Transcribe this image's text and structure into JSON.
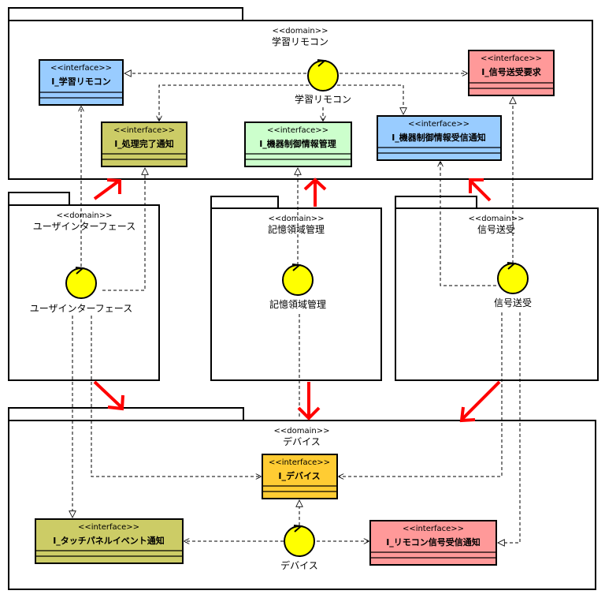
{
  "diagram": {
    "packages": [
      {
        "id": "learning",
        "stereotype": "<<domain>>",
        "name": "学習リモコン"
      },
      {
        "id": "ui",
        "stereotype": "<<domain>>",
        "name": "ユーザインターフェース"
      },
      {
        "id": "storage",
        "stereotype": "<<domain>>",
        "name": "記憶領域管理"
      },
      {
        "id": "signal",
        "stereotype": "<<domain>>",
        "name": "信号送受"
      },
      {
        "id": "device",
        "stereotype": "<<domain>>",
        "name": "デバイス"
      }
    ],
    "interfaces": [
      {
        "id": "i_learning",
        "stereotype": "<<interface>>",
        "name": "I_学習リモコン",
        "color": "#99ccff"
      },
      {
        "id": "i_process",
        "stereotype": "<<interface>>",
        "name": "I_処理完了通知",
        "color": "#cccc66"
      },
      {
        "id": "i_devctrl",
        "stereotype": "<<interface>>",
        "name": "I_機器制御情報管理",
        "color": "#ccffcc"
      },
      {
        "id": "i_devrecv",
        "stereotype": "<<interface>>",
        "name": "I_機器制御情報受信通知",
        "color": "#99ccff"
      },
      {
        "id": "i_sendreq",
        "stereotype": "<<interface>>",
        "name": "I_信号送受要求",
        "color": "#ff9999"
      },
      {
        "id": "i_device",
        "stereotype": "<<interface>>",
        "name": "I_デバイス",
        "color": "#ffcc33"
      },
      {
        "id": "i_touch",
        "stereotype": "<<interface>>",
        "name": "I_タッチパネルイベント通知",
        "color": "#cccc66"
      },
      {
        "id": "i_remote",
        "stereotype": "<<interface>>",
        "name": "I_リモコン信号受信通知",
        "color": "#ff9999"
      }
    ],
    "controls": [
      {
        "id": "c_learning",
        "name": "学習リモコン"
      },
      {
        "id": "c_ui",
        "name": "ユーザインターフェース"
      },
      {
        "id": "c_storage",
        "name": "記憶領域管理"
      },
      {
        "id": "c_signal",
        "name": "信号送受"
      },
      {
        "id": "c_device",
        "name": "デバイス"
      }
    ]
  }
}
